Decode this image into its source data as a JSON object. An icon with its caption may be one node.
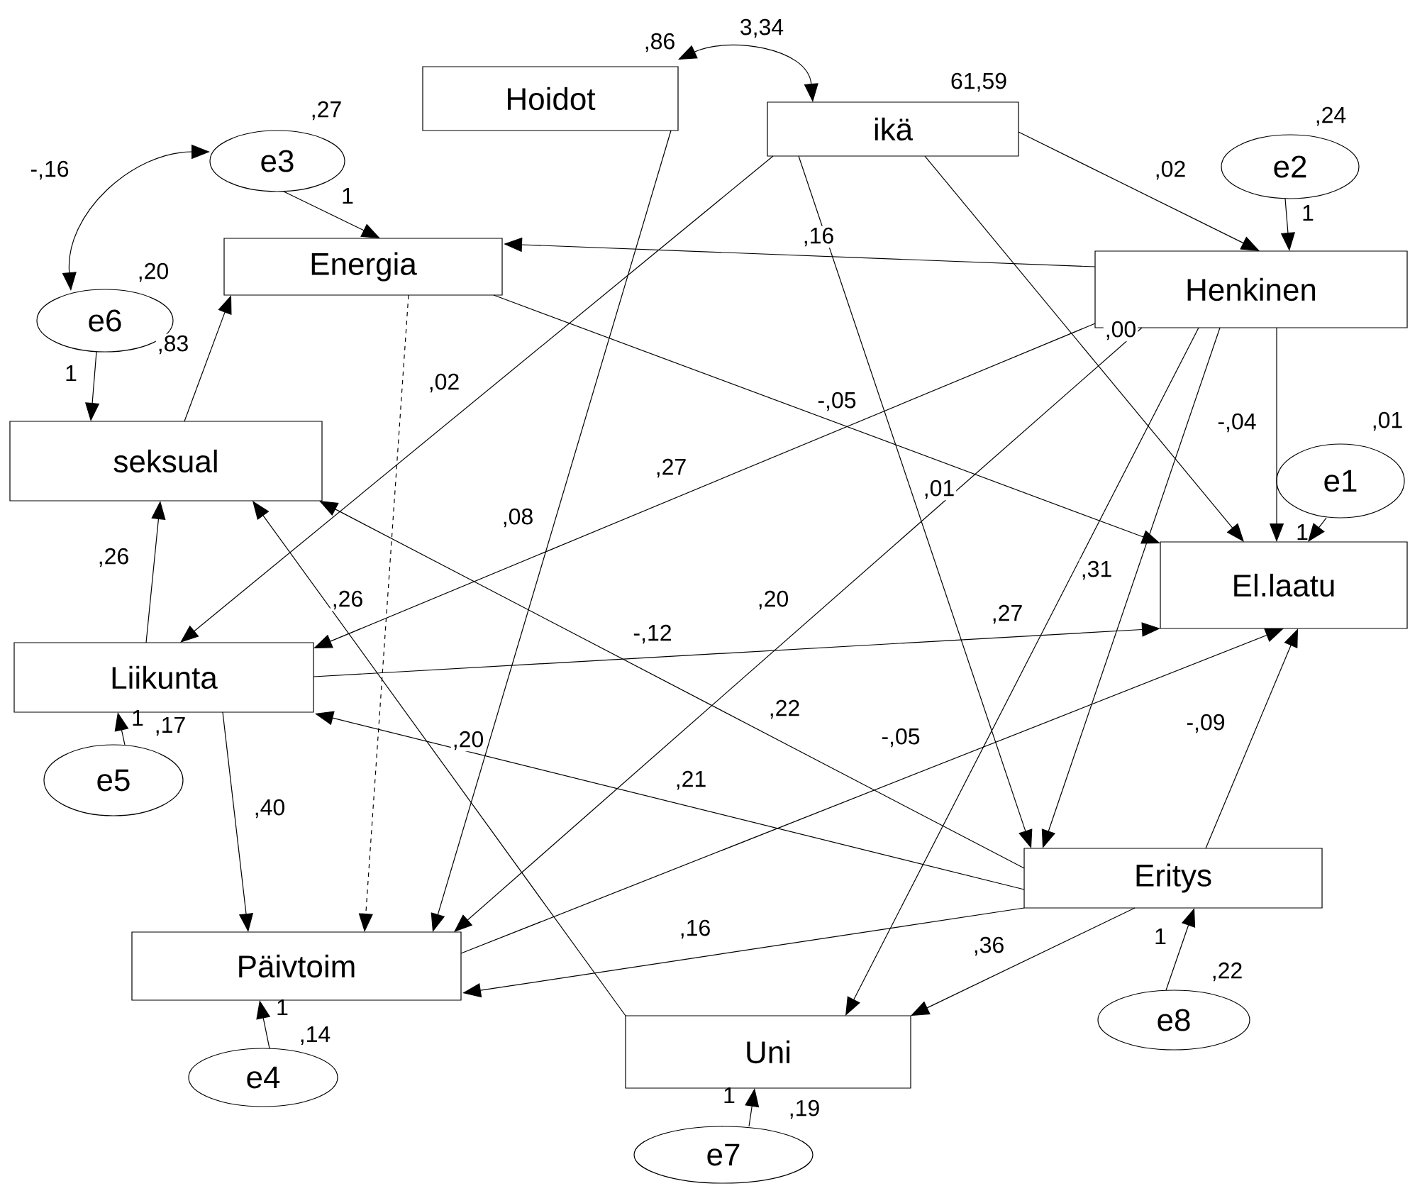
{
  "diagram": {
    "nodes": [
      {
        "text": [
          "Hoidot"
        ],
        "beside": [
          ",86"
        ]
      },
      {
        "text": [
          "ikä"
        ],
        "beside": [
          "61,59"
        ]
      },
      {
        "text": [
          "e3"
        ],
        "beside": [
          ",27"
        ]
      },
      {
        "text": [
          "e2"
        ],
        "beside": [
          ",24"
        ]
      },
      {
        "text": [
          "Energia"
        ]
      },
      {
        "text": [
          "Henkinen"
        ]
      },
      {
        "text": [
          "e6"
        ],
        "beside": [
          ",20"
        ]
      },
      {
        "text": [
          "seksual"
        ]
      },
      {
        "text": [
          "e1"
        ],
        "beside": [
          ",01"
        ]
      },
      {
        "text": [
          "El.laatu"
        ]
      },
      {
        "text": [
          "Liikunta"
        ]
      },
      {
        "text": [
          "e5"
        ],
        "beside": [
          ",17"
        ]
      },
      {
        "text": [
          "Päivtoim"
        ]
      },
      {
        "text": [
          "Eritys"
        ]
      },
      {
        "text": [
          "e4"
        ],
        "beside": [
          ",14"
        ]
      },
      {
        "text": [
          "Uni"
        ]
      },
      {
        "text": [
          "e8"
        ],
        "beside": [
          ",22"
        ]
      },
      {
        "text": [
          "e7"
        ],
        "beside": [
          ",19"
        ]
      }
    ],
    "edges": [
      {
        "from": 0,
        "to": 1,
        "arrow": "both",
        "label": "3,34"
      },
      {
        "from": 2,
        "to": 6,
        "arrow": "both",
        "label": "-,16"
      },
      {
        "from": 2,
        "to": 4,
        "arrow": "to",
        "label": "1"
      },
      {
        "from": 6,
        "to": 7,
        "arrow": "to",
        "label": "1"
      },
      {
        "from": 7,
        "to": 4,
        "arrow": "to"
      },
      {
        "from": 3,
        "to": 5,
        "arrow": "to",
        "label": "1"
      },
      {
        "from": 1,
        "to": 5,
        "arrow": "to"
      },
      {
        "from": 5,
        "to": 4,
        "arrow": "to"
      },
      {
        "from": 1,
        "to": 10,
        "arrow": "to"
      },
      {
        "from": 1,
        "to": 13,
        "arrow": "to"
      },
      {
        "from": 1,
        "to": 9,
        "arrow": "to"
      },
      {
        "from": 4,
        "to": 12,
        "arrow": "to",
        "style": "dashed"
      },
      {
        "from": 4,
        "to": 9,
        "arrow": "to"
      },
      {
        "from": 0,
        "to": 12,
        "arrow": "to"
      },
      {
        "from": 5,
        "to": 10,
        "arrow": "to"
      },
      {
        "from": 5,
        "to": 12,
        "arrow": "to"
      },
      {
        "from": 5,
        "to": 15,
        "arrow": "to"
      },
      {
        "from": 5,
        "to": 13,
        "arrow": "to"
      },
      {
        "from": 5,
        "to": 9,
        "arrow": "to"
      },
      {
        "from": 8,
        "to": 9,
        "arrow": "to",
        "label": "1"
      },
      {
        "from": 10,
        "to": 7,
        "arrow": "to"
      },
      {
        "from": 10,
        "to": 9,
        "arrow": "to"
      },
      {
        "from": 10,
        "to": 12,
        "arrow": "to"
      },
      {
        "from": 11,
        "to": 10,
        "arrow": "to",
        "label": "1"
      },
      {
        "from": 13,
        "to": 7,
        "arrow": "to"
      },
      {
        "from": 15,
        "to": 7,
        "arrow": "to"
      },
      {
        "from": 13,
        "to": 10,
        "arrow": "to"
      },
      {
        "from": 12,
        "to": 9,
        "arrow": "to"
      },
      {
        "from": 13,
        "to": 9,
        "arrow": "to"
      },
      {
        "from": 13,
        "to": 12,
        "arrow": "to"
      },
      {
        "from": 13,
        "to": 15,
        "arrow": "to"
      },
      {
        "from": 14,
        "to": 12,
        "arrow": "to",
        "label": "1"
      },
      {
        "from": 16,
        "to": 13,
        "arrow": "to",
        "label": "1"
      },
      {
        "from": 17,
        "to": 15,
        "arrow": "to",
        "label": "1"
      }
    ],
    "labels": [
      ",02",
      ",16",
      ",00",
      ",83",
      ",02",
      "-,05",
      "-,04",
      ",27",
      ",01",
      ",08",
      ",26",
      ",31",
      ",26",
      ",20",
      ",27",
      "-,12",
      ",22",
      "-,09",
      "-,05",
      ",20",
      ",21",
      ",40",
      ",16",
      ",36"
    ]
  }
}
